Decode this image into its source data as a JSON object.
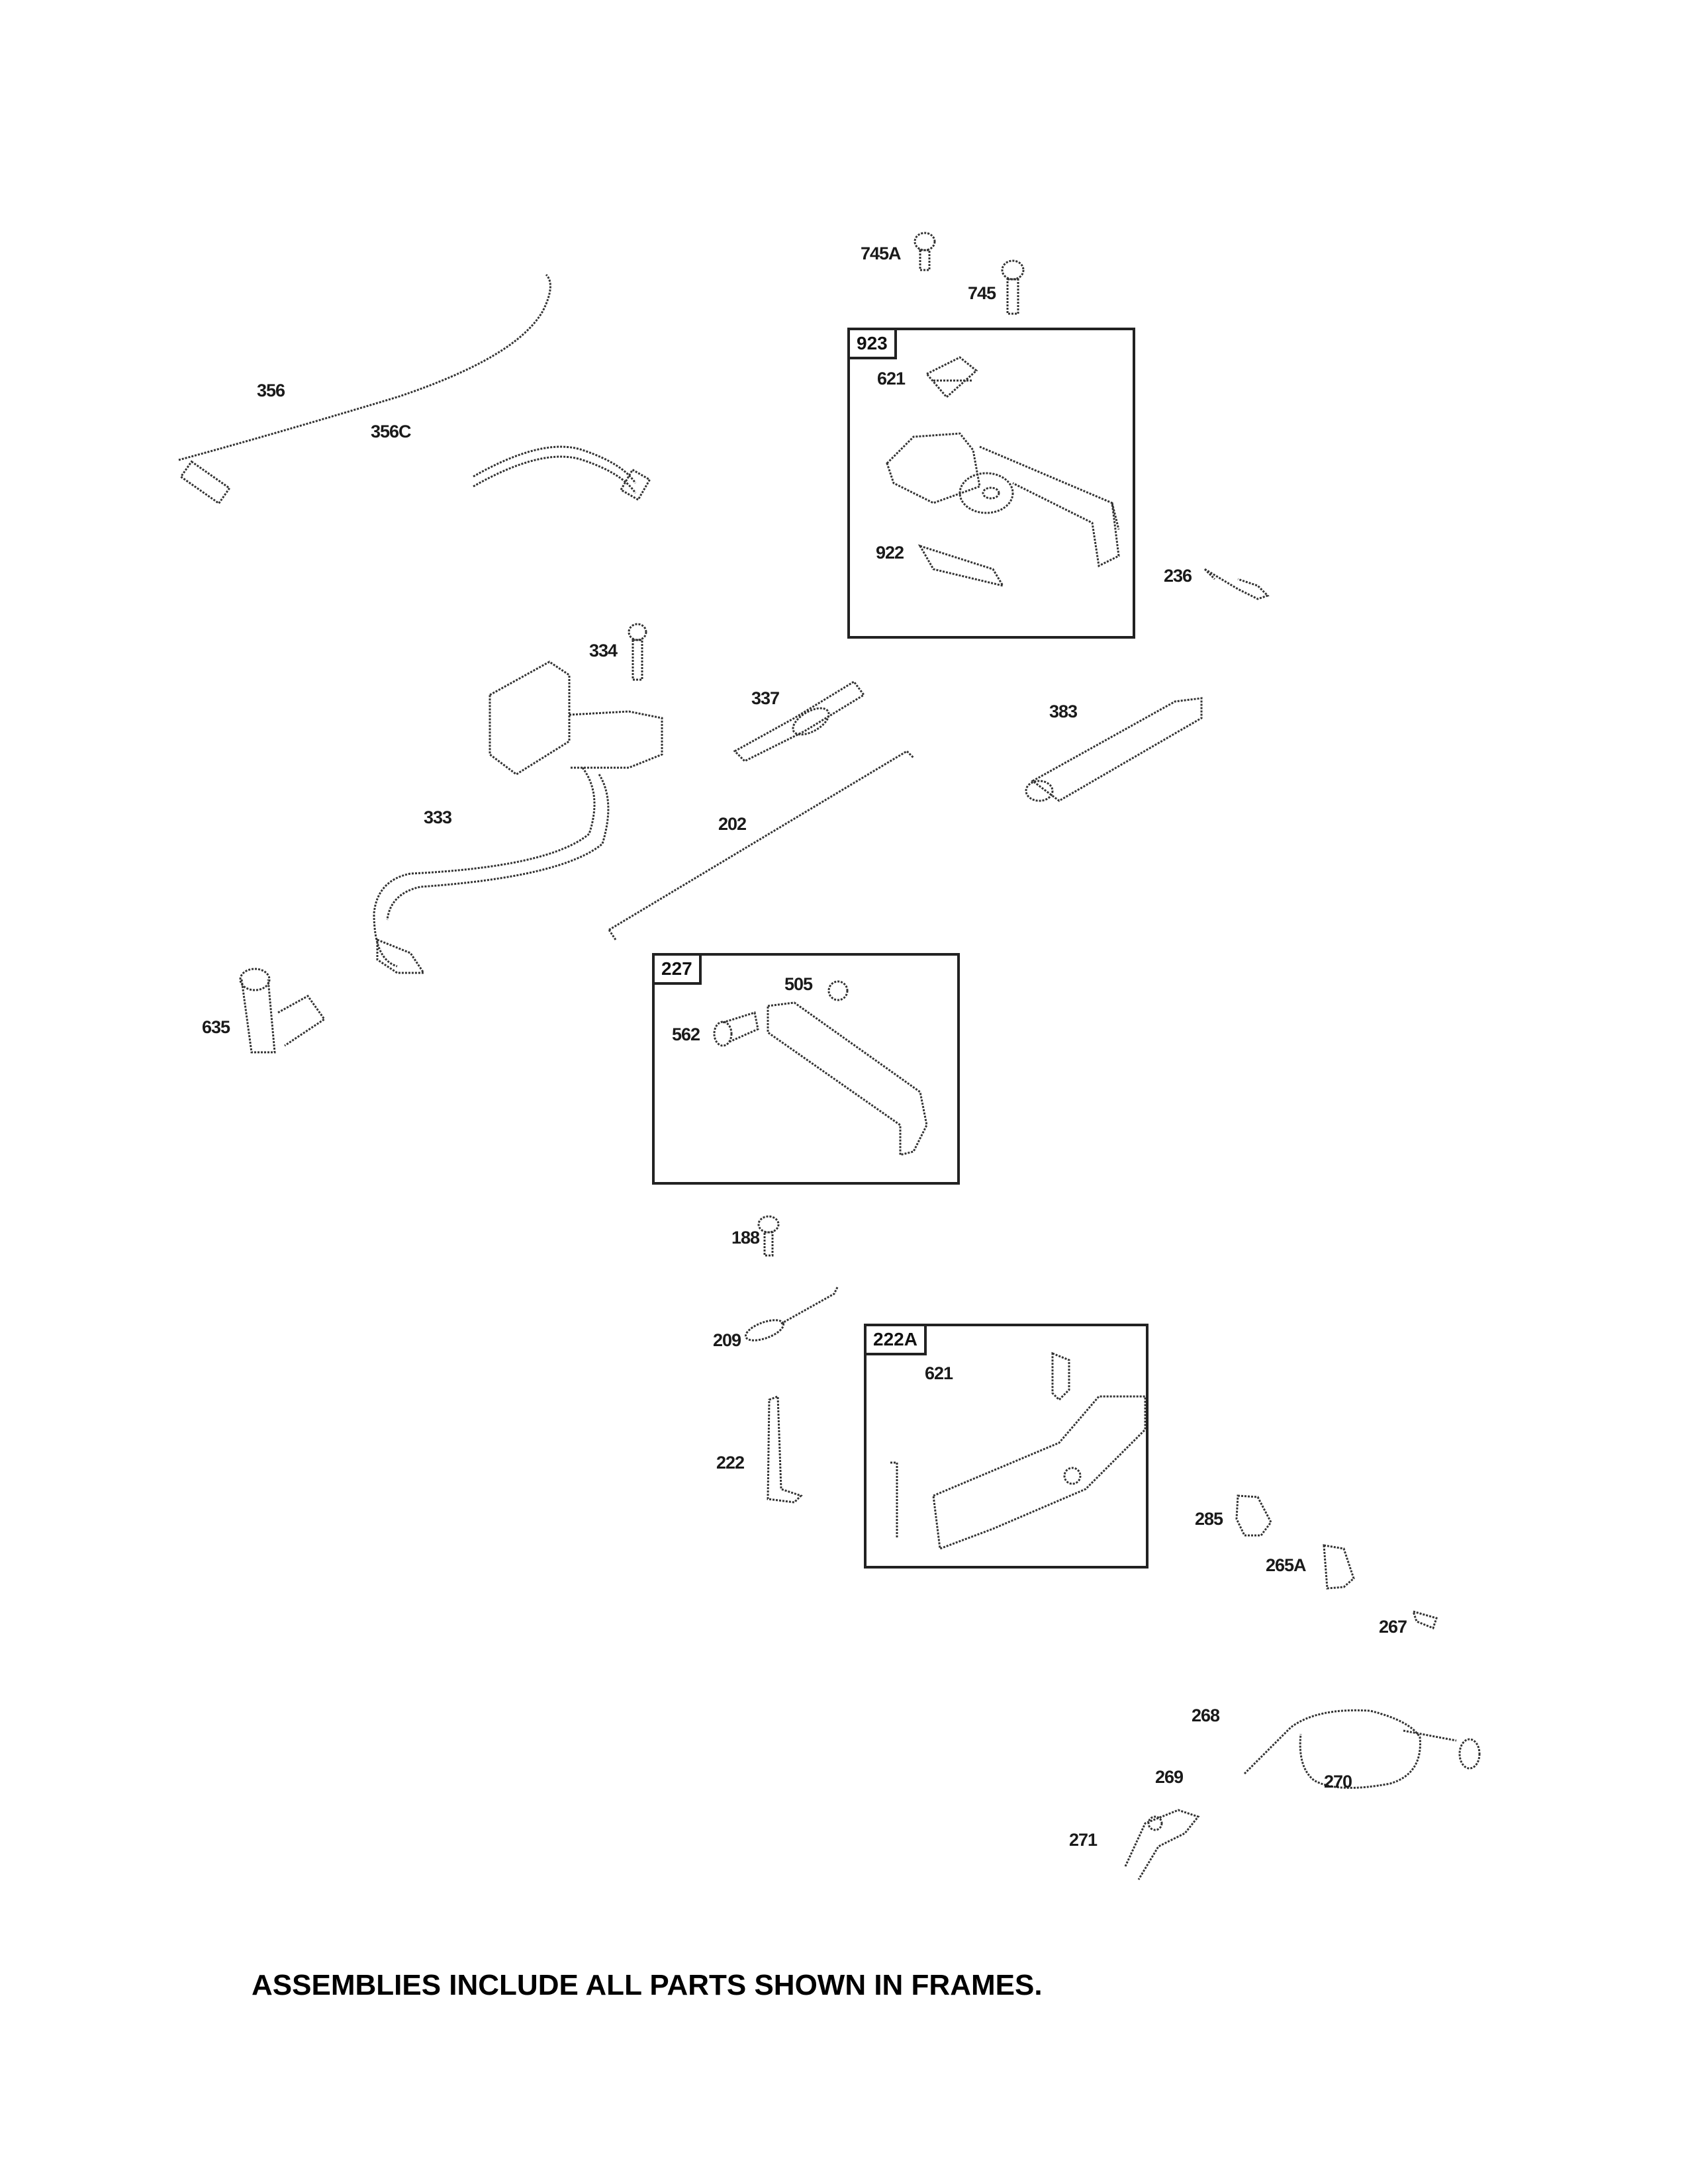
{
  "diagram": {
    "type": "exploded parts diagram",
    "footnote": "ASSEMBLIES INCLUDE ALL PARTS SHOWN IN FRAMES.",
    "frames": [
      {
        "id": "923",
        "label": "923",
        "parts": [
          "621",
          "922"
        ]
      },
      {
        "id": "227",
        "label": "227",
        "parts": [
          "505",
          "562"
        ]
      },
      {
        "id": "222A",
        "label": "222A",
        "parts": [
          "621"
        ]
      }
    ],
    "labels": {
      "p745A": "745A",
      "p745": "745",
      "p621a": "621",
      "p922": "922",
      "p236": "236",
      "p356": "356",
      "p356C": "356C",
      "p334": "334",
      "p337": "337",
      "p383": "383",
      "p333": "333",
      "p202": "202",
      "p635": "635",
      "p505": "505",
      "p562": "562",
      "p188": "188",
      "p209": "209",
      "p621b": "621",
      "p222": "222",
      "p285": "285",
      "p265A": "265A",
      "p267": "267",
      "p268": "268",
      "p269": "269",
      "p270": "270",
      "p271": "271"
    }
  }
}
